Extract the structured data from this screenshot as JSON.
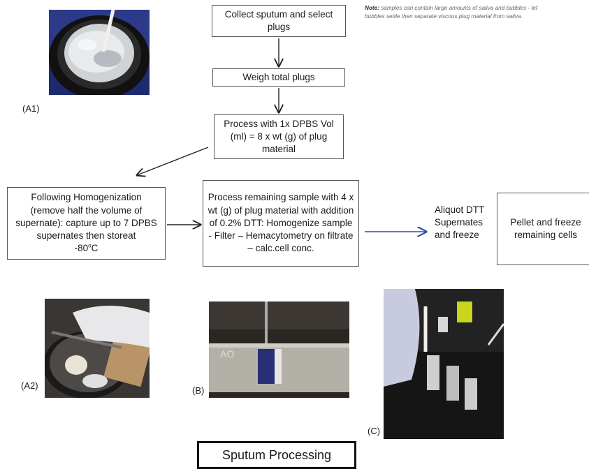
{
  "note": {
    "bold": "Note:",
    "text": " samples can  contain large amounts of saliva and bubbles - let bubbles settle then separate viscous plug material from saliva."
  },
  "steps": {
    "collect": "Collect sputum and select plugs",
    "weigh": "Weigh total plugs",
    "process_dpbs": "Process with 1x DPBS Vol (ml) = 8 x wt (g) of plug material",
    "homogenization": "Following Homogenization (remove half the volume of supernate): capture up to 7 DPBS supernates then storeat",
    "homogenization_temp": "-80",
    "homogenization_unit": "C",
    "process_dtt": "Process remaining sample with 4 x wt (g) of plug material with addition of 0.2% DTT: Homogenize sample - Filter – Hemacytometry on filtrate – calc.cell conc.",
    "aliquot": "Aliquot DTT Supernates and freeze",
    "pellet": "Pellet and freeze remaining cells"
  },
  "photo_labels": {
    "a1": "(A1)",
    "a2": "(A2)",
    "b": "(B)",
    "c": "(C)"
  },
  "photo_b_text": "AO",
  "title": "Sputum Processing",
  "colors": {
    "arrow": "#222222",
    "blue_arrow": "#2f4f9f"
  }
}
